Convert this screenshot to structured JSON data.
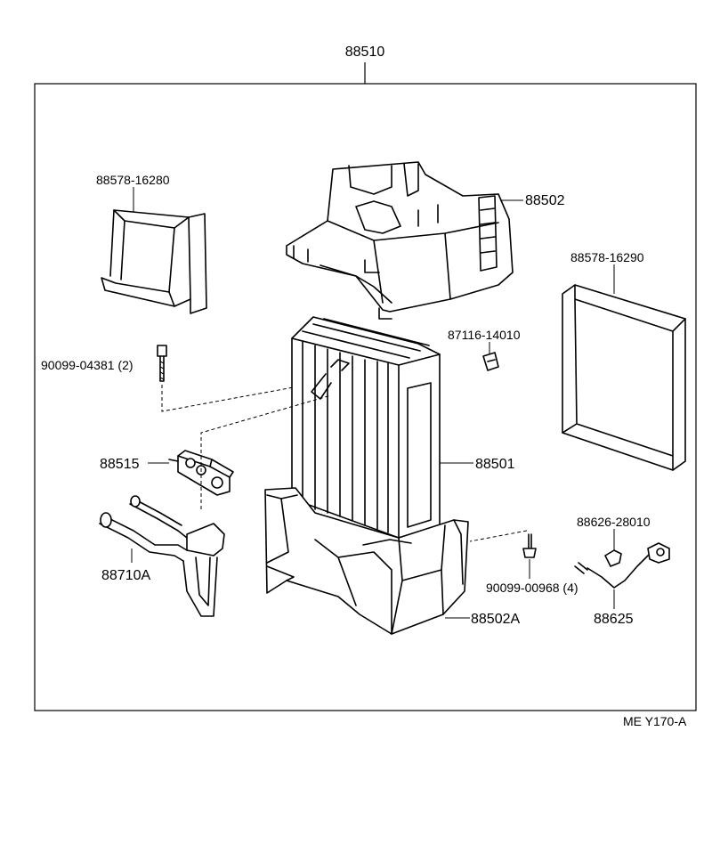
{
  "diagram": {
    "assembly_number": "88510",
    "figure_code": "ME Y170-A",
    "parts": {
      "p88578_16280": "88578-16280",
      "p88502": "88502",
      "p88578_16290": "88578-16290",
      "p87116_14010": "87116-14010",
      "p90099_04381": "90099-04381 (2)",
      "p88515": "88515",
      "p88501": "88501",
      "p88710A": "88710A",
      "p88626_28010": "88626-28010",
      "p90099_00968": "90099-00968 (4)",
      "p88625": "88625",
      "p88502A": "88502A"
    }
  }
}
